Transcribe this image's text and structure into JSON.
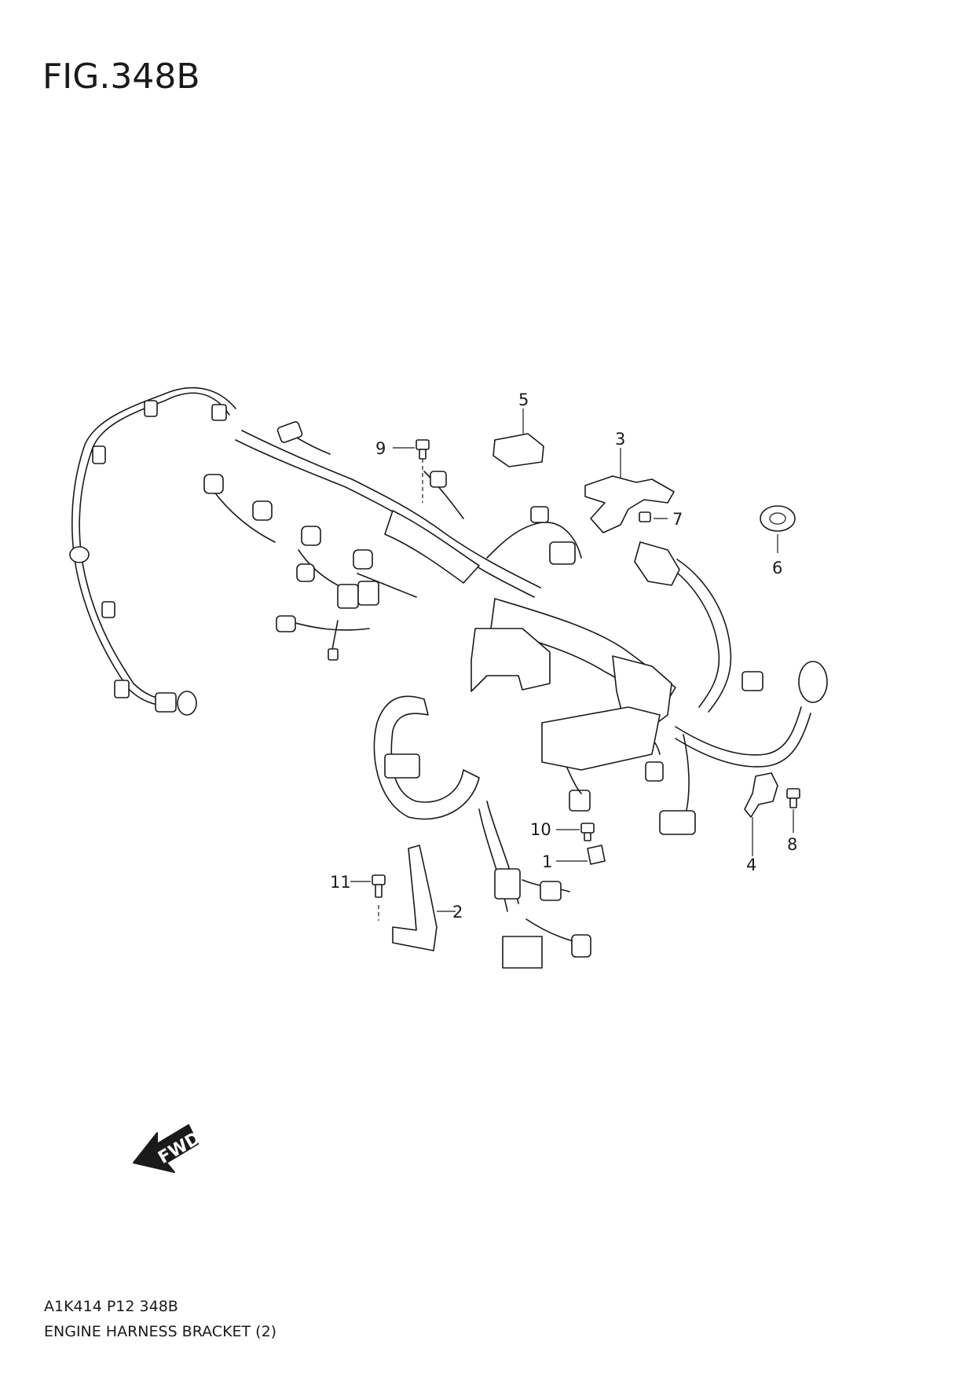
{
  "figure": {
    "title": "FIG.348B",
    "code": "A1K414 P12 348B",
    "name": "ENGINE HARNESS BRACKET (2)"
  },
  "fwd_label": "FWD",
  "callouts": [
    {
      "id": "c1",
      "label": "1"
    },
    {
      "id": "c2",
      "label": "2"
    },
    {
      "id": "c3",
      "label": "3"
    },
    {
      "id": "c4",
      "label": "4"
    },
    {
      "id": "c5",
      "label": "5"
    },
    {
      "id": "c6",
      "label": "6"
    },
    {
      "id": "c7",
      "label": "7"
    },
    {
      "id": "c8",
      "label": "8"
    },
    {
      "id": "c9",
      "label": "9"
    },
    {
      "id": "c10",
      "label": "10"
    },
    {
      "id": "c11",
      "label": "11"
    }
  ]
}
